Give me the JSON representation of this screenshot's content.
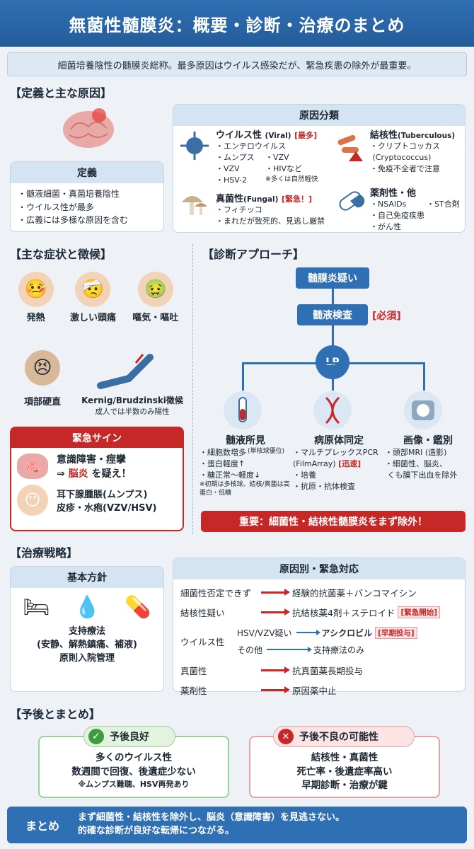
{
  "title": "無菌性髄膜炎：概要・診断・治療のまとめ",
  "subtitle": "細菌培養陰性の髄膜炎総称。最多原因はウイルス感染だが、緊急疾患の除外が最重要。",
  "definition": {
    "heading": "【定義と主な原因】",
    "card_title": "定義",
    "items": [
      "髄液細菌・真菌培養陰性",
      "ウイルス性が最多",
      "広義には多様な原因を含む"
    ]
  },
  "causes": {
    "title": "原因分類",
    "viral": {
      "name": "ウイルス性",
      "en": "(Viral)",
      "tag": "[最多]",
      "items": [
        "エンテロウイルス",
        "ムンプス",
        "VZV",
        "VZV",
        "HIVなど",
        "HSV-2"
      ],
      "note": "※多くは自然軽快"
    },
    "tb": {
      "name": "結核性",
      "en": "(Tuberculous)",
      "items": [
        "クリプトコッカス",
        "(Cryptococcus)",
        "免疫不全者で注意"
      ]
    },
    "fungal": {
      "name": "真菌性",
      "en": "(Fungal)",
      "tag": "[緊急！]",
      "items": [
        "フィチッコ",
        "まれだが致死的、見逃し厳禁"
      ]
    },
    "drug": {
      "name": "薬剤性・他",
      "items": [
        "NSAIDs",
        "ST合剤",
        "自己免疫疾患",
        "がん性"
      ]
    }
  },
  "symptoms": {
    "heading": "【主な症状と徴候】",
    "items": [
      "発熱",
      "激しい頭痛",
      "嘔気・嘔吐",
      "項部硬直"
    ],
    "kernig": "Kernig/Brudzinski徴候",
    "kernig_note": "成人では半数のみ陽性",
    "emergency_title": "緊急サイン",
    "emergency_line1": "意識障害・痙攣",
    "emergency_line2_pre": "⇒ ",
    "emergency_line2_red": "脳炎",
    "emergency_line2_post": " を疑え！",
    "emergency_line3": "耳下腺腫脹(ムンプス)",
    "emergency_line4": "皮疹・水疱(VZV/HSV)"
  },
  "diagnosis": {
    "heading": "【診断アプローチ】",
    "step1": "髄膜炎疑い",
    "step2": "髄液検査",
    "step2_tag": "[必須]",
    "lp": "LP",
    "col1": {
      "title": "髄液所見",
      "items": [
        "細胞数増多",
        "蛋白軽度↑",
        "糖正常〜軽度↓"
      ],
      "side": "(単核球優位)",
      "note": "※初期は多核球。結核/真菌は高蛋白・低糖"
    },
    "col2": {
      "title": "病原体同定",
      "items": [
        "マルチプレックスPCR",
        "培養",
        "抗原・抗体検査"
      ],
      "film": "(FilmArray)",
      "tag": "[迅速]"
    },
    "col3": {
      "title": "画像・鑑別",
      "items": [
        "頭部MRI (造影)",
        "細菌性、脳炎、",
        "くも膜下出血を除外"
      ]
    },
    "banner": "重要：細菌性・結核性髄膜炎をまず除外！"
  },
  "treatment": {
    "heading": "【治療戦略】",
    "basic_title": "基本方針",
    "basic_lines": [
      "支持療法",
      "(安静、解熱鎮痛、補液)",
      "原則入院管理"
    ],
    "cause_title": "原因別・緊急対応",
    "r1_left": "細菌性否定できず",
    "r1_right": "経験的抗菌薬＋バンコマイシン",
    "r2_left": "結核性疑い",
    "r2_right": "抗結核薬4剤＋ステロイド",
    "r2_tag": "[緊急開始]",
    "r3_left": "ウイルス性",
    "r3a_mid": "HSV/VZV疑い",
    "r3a_right": "アシクロビル",
    "r3a_tag": "[早期投与]",
    "r3b_mid": "その他",
    "r3b_right": "支持療法のみ",
    "r4_left": "真菌性",
    "r4_right": "抗真菌薬長期投与",
    "r5_left": "薬剤性",
    "r5_right": "原因薬中止"
  },
  "prognosis": {
    "heading": "【予後とまとめ】",
    "good_title": "予後良好",
    "good_lines": [
      "多くのウイルス性",
      "数週間で回復、後遺症少ない"
    ],
    "good_note": "※ムンプス難聴、HSV再発あり",
    "bad_title": "予後不良の可能性",
    "bad_lines": [
      "結核性・真菌性",
      "死亡率・後遺症率高い",
      "早期診断・治療が鍵"
    ]
  },
  "summary": {
    "label": "まとめ",
    "line1": "まず細菌性・結核性を除外し、脳炎（意識障害）を見逃さない。",
    "line2": "的確な診断が良好な転帰につながる。"
  }
}
